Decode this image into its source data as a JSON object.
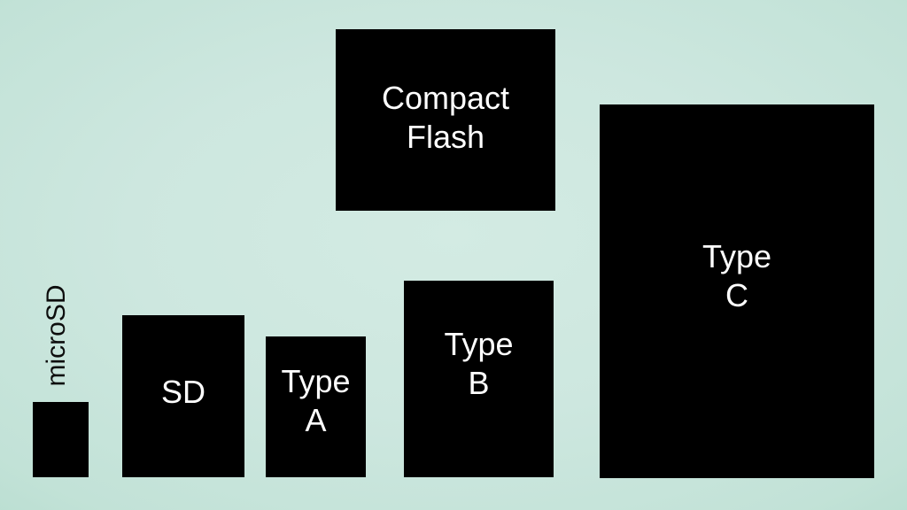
{
  "slide": {
    "description": "Size comparison of flash memory card form factors"
  },
  "colors": {
    "background_center": "#cfe8e0",
    "background_edge": "#9bcdb9",
    "card_fill": "#000000",
    "card_label_text": "#ffffff",
    "external_label_text": "#0d0d0d"
  },
  "cards": [
    {
      "name": "microSD",
      "external_label": "microSD",
      "label_lines": []
    },
    {
      "name": "SD",
      "label_lines": [
        "SD"
      ]
    },
    {
      "name": "Type A",
      "label_lines": [
        "Type",
        "A"
      ]
    },
    {
      "name": "Type B",
      "label_lines": [
        "Type",
        "B"
      ]
    },
    {
      "name": "Compact Flash",
      "label_lines": [
        "Compact",
        "Flash"
      ]
    },
    {
      "name": "Type C",
      "label_lines": [
        "Type",
        "C"
      ]
    }
  ]
}
